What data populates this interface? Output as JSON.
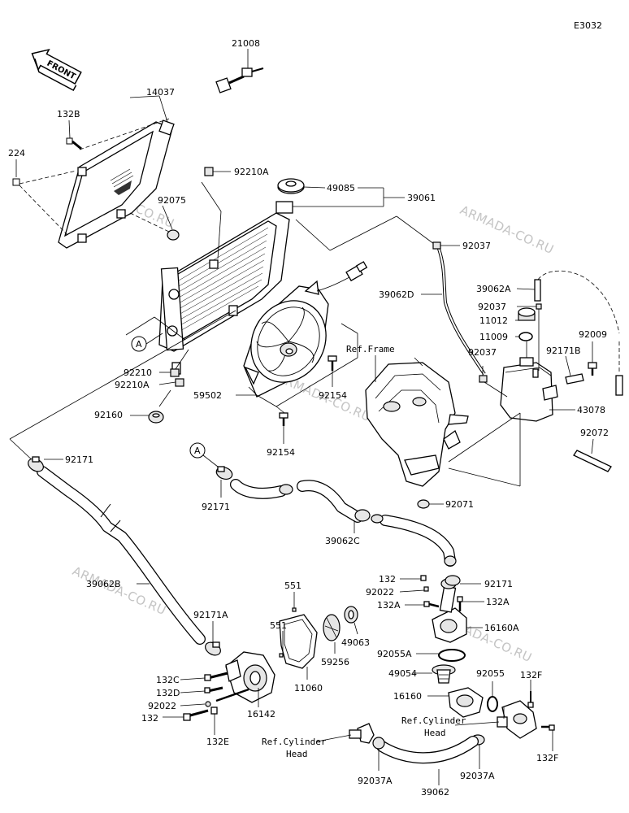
{
  "diagram_code": "E3032",
  "front_label": "FRONT",
  "watermark": "ARMADA-CO.RU",
  "labels": [
    {
      "id": "21008",
      "text": "21008"
    },
    {
      "id": "14037",
      "text": "14037"
    },
    {
      "id": "132B",
      "text": "132B"
    },
    {
      "id": "224",
      "text": "224"
    },
    {
      "id": "92075",
      "text": "92075"
    },
    {
      "id": "92210A_top",
      "text": "92210A"
    },
    {
      "id": "49085",
      "text": "49085"
    },
    {
      "id": "39061",
      "text": "39061"
    },
    {
      "id": "92037_a",
      "text": "92037"
    },
    {
      "id": "39062D",
      "text": "39062D"
    },
    {
      "id": "39062A",
      "text": "39062A"
    },
    {
      "id": "92037_b",
      "text": "92037"
    },
    {
      "id": "11012",
      "text": "11012"
    },
    {
      "id": "11009",
      "text": "11009"
    },
    {
      "id": "92009",
      "text": "92009"
    },
    {
      "id": "92037_c",
      "text": "92037"
    },
    {
      "id": "92171B",
      "text": "92171B"
    },
    {
      "id": "43078",
      "text": "43078"
    },
    {
      "id": "92072",
      "text": "92072"
    },
    {
      "id": "92210",
      "text": "92210"
    },
    {
      "id": "92210A_bot",
      "text": "92210A"
    },
    {
      "id": "59502",
      "text": "59502"
    },
    {
      "id": "92154_a",
      "text": "92154"
    },
    {
      "id": "92154_b",
      "text": "92154"
    },
    {
      "id": "92160",
      "text": "92160"
    },
    {
      "id": "92171_a",
      "text": "92171"
    },
    {
      "id": "92171_b",
      "text": "92171"
    },
    {
      "id": "92071",
      "text": "92071"
    },
    {
      "id": "39062C",
      "text": "39062C"
    },
    {
      "id": "39062B",
      "text": "39062B"
    },
    {
      "id": "92171A",
      "text": "92171A"
    },
    {
      "id": "551_a",
      "text": "551"
    },
    {
      "id": "551_b",
      "text": "551"
    },
    {
      "id": "59256",
      "text": "59256"
    },
    {
      "id": "49063",
      "text": "49063"
    },
    {
      "id": "11060",
      "text": "11060"
    },
    {
      "id": "132C",
      "text": "132C"
    },
    {
      "id": "132D",
      "text": "132D"
    },
    {
      "id": "92022_a",
      "text": "92022"
    },
    {
      "id": "132_a",
      "text": "132"
    },
    {
      "id": "132E",
      "text": "132E"
    },
    {
      "id": "16142",
      "text": "16142"
    },
    {
      "id": "132_b",
      "text": "132"
    },
    {
      "id": "92022_b",
      "text": "92022"
    },
    {
      "id": "132A_a",
      "text": "132A"
    },
    {
      "id": "132A_b",
      "text": "132A"
    },
    {
      "id": "92171_c",
      "text": "92171"
    },
    {
      "id": "16160A",
      "text": "16160A"
    },
    {
      "id": "92055A",
      "text": "92055A"
    },
    {
      "id": "49054",
      "text": "49054"
    },
    {
      "id": "92055",
      "text": "92055"
    },
    {
      "id": "132F_a",
      "text": "132F"
    },
    {
      "id": "132F_b",
      "text": "132F"
    },
    {
      "id": "16160",
      "text": "16160"
    },
    {
      "id": "92037A_a",
      "text": "92037A"
    },
    {
      "id": "92037A_b",
      "text": "92037A"
    },
    {
      "id": "39062",
      "text": "39062"
    }
  ],
  "refs": {
    "frame": "Ref.Frame",
    "cyl1_l1": "Ref.Cylinder",
    "cyl1_l2": "Head",
    "cyl2_l1": "Ref.Cylinder",
    "cyl2_l2": "Head"
  },
  "callouts": {
    "a1": "A",
    "a2": "A"
  }
}
